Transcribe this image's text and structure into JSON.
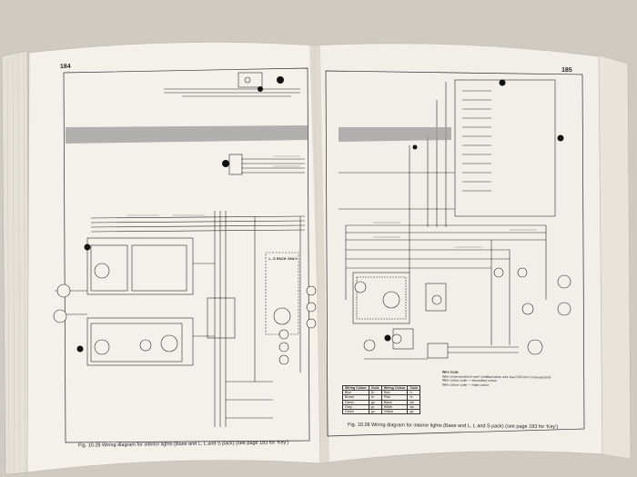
{
  "left_page": {
    "page_number": "184",
    "caption": "Fig. 10.28 Wiring diagram for interior lights (Base and L, L and S pack) (see page 183 for 'Key')",
    "labels": [
      "L, S PACK ONLY"
    ]
  },
  "right_page": {
    "page_number": "185",
    "caption": "Fig. 10.28 Wiring diagram for interior lights (Base and L, L and S pack) (see page 183 for 'Key')",
    "legend": {
      "headers": [
        "Wiring Colour",
        "Code",
        "Wiring Colour",
        "Code"
      ],
      "rows": [
        [
          "Blue",
          "bl",
          "Red",
          "rt"
        ],
        [
          "Brown",
          "br",
          "Pink",
          "rs"
        ],
        [
          "Green",
          "gn",
          "Black",
          "sw"
        ],
        [
          "Grey",
          "gr",
          "White",
          "ws"
        ],
        [
          "Green",
          "gn",
          "Yellow",
          "ge"
        ]
      ]
    },
    "wire_code": {
      "title": "Wire Code",
      "lines": [
        "Wire cross-section in mm² (omitted when wire has 0.50 mm² cross-section)",
        "Wire colour code — secondary colour",
        "Wire colour code — main colour"
      ]
    }
  },
  "colors": {
    "background": "#cfcbc2",
    "paper": "#f4f1ea",
    "ink": "#2a2a2a",
    "shade": "#9a9a9a"
  }
}
